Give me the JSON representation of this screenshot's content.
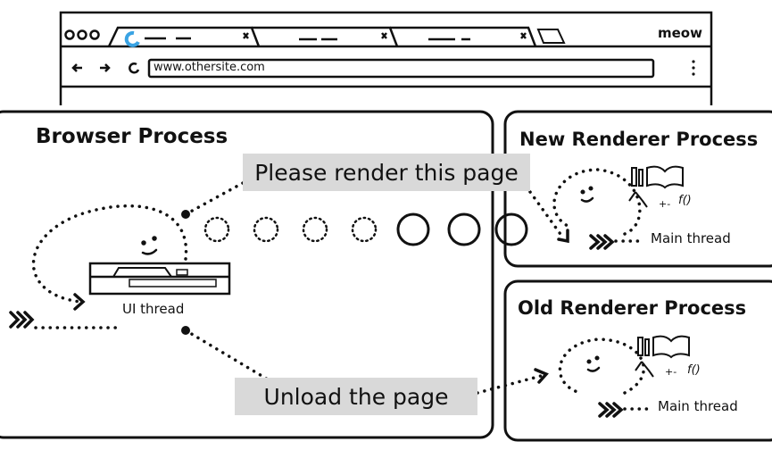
{
  "browser_window": {
    "brand": "meow",
    "url": "www.othersite.com",
    "tabs": [
      {
        "state": "loading"
      },
      {
        "state": "idle"
      },
      {
        "state": "idle"
      }
    ],
    "icons": [
      "window-controls-icon",
      "loading-spinner-icon",
      "close-tab-icon",
      "new-tab-icon",
      "back-icon",
      "forward-icon",
      "reload-icon",
      "menu-kebab-icon"
    ]
  },
  "browser_process": {
    "title": "Browser Process",
    "thread_label": "UI thread"
  },
  "new_renderer": {
    "title": "New Renderer Process",
    "thread_label": "Main thread"
  },
  "old_renderer": {
    "title": "Old Renderer Process",
    "thread_label": "Main thread"
  },
  "messages": {
    "render_request": "Please render this page",
    "unload_request": "Unload the page"
  },
  "colors": {
    "spinner": "#3aa3e3",
    "message_bg": "#d9d9d9"
  }
}
